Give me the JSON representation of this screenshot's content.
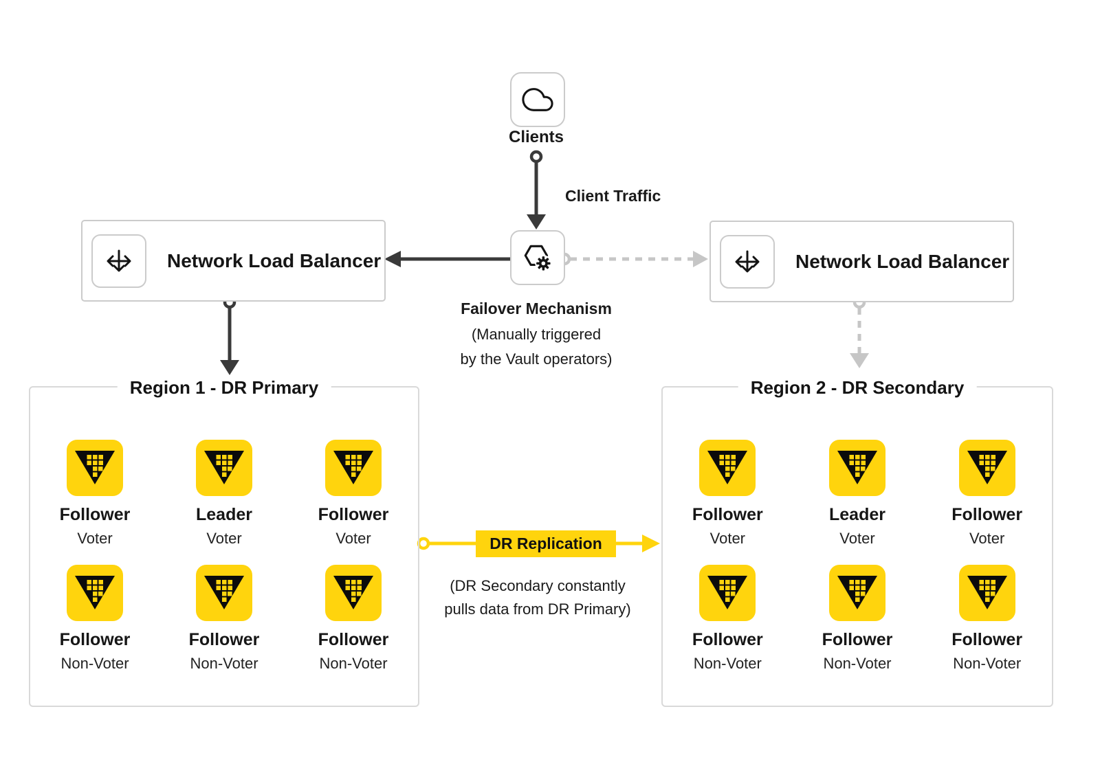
{
  "colors": {
    "yellow": "#FFD40D",
    "arrow": "#3A3A3A",
    "muted": "#C6C6C6",
    "border": "#CBCBCB",
    "regionborder": "#D9D9D9",
    "ink": "#1A1A1A"
  },
  "clients": {
    "label": "Clients",
    "icon": "cloud-icon"
  },
  "client_traffic": {
    "label": "Client Traffic"
  },
  "failover": {
    "title": "Failover Mechanism",
    "note_line1": "(Manually triggered",
    "note_line2": "by the Vault operators)",
    "icon": "hexagon-gear-icon"
  },
  "load_balancers": {
    "left": {
      "label": "Network Load Balancer",
      "icon": "load-balancer-arrows-icon"
    },
    "right": {
      "label": "Network Load Balancer",
      "icon": "load-balancer-arrows-icon"
    }
  },
  "regions": {
    "region1": {
      "title": "Region 1 - DR Primary",
      "nodes": [
        {
          "role": "Follower",
          "vote": "Voter",
          "icon": "vault-icon"
        },
        {
          "role": "Leader",
          "vote": "Voter",
          "icon": "vault-icon"
        },
        {
          "role": "Follower",
          "vote": "Voter",
          "icon": "vault-icon"
        },
        {
          "role": "Follower",
          "vote": "Non-Voter",
          "icon": "vault-icon"
        },
        {
          "role": "Follower",
          "vote": "Non-Voter",
          "icon": "vault-icon"
        },
        {
          "role": "Follower",
          "vote": "Non-Voter",
          "icon": "vault-icon"
        }
      ]
    },
    "region2": {
      "title": "Region 2 - DR Secondary",
      "nodes": [
        {
          "role": "Follower",
          "vote": "Voter",
          "icon": "vault-icon"
        },
        {
          "role": "Leader",
          "vote": "Voter",
          "icon": "vault-icon"
        },
        {
          "role": "Follower",
          "vote": "Voter",
          "icon": "vault-icon"
        },
        {
          "role": "Follower",
          "vote": "Non-Voter",
          "icon": "vault-icon"
        },
        {
          "role": "Follower",
          "vote": "Non-Voter",
          "icon": "vault-icon"
        },
        {
          "role": "Follower",
          "vote": "Non-Voter",
          "icon": "vault-icon"
        }
      ]
    }
  },
  "replication": {
    "label": "DR Replication",
    "note_line1": "(DR Secondary constantly",
    "note_line2": "pulls data from DR Primary)"
  }
}
